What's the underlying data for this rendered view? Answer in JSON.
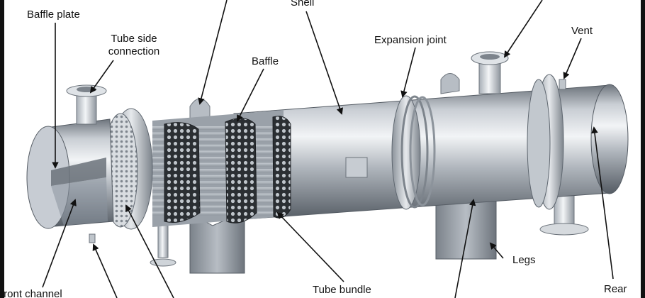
{
  "labels": {
    "baffle_plate": "Baffle plate",
    "tube_side_connection": "Tube side\nconnection",
    "baffle": "Baffle",
    "shell": "Shell",
    "expansion_joint": "Expansion joint",
    "vent": "Vent",
    "legs": "Legs",
    "tube_bundle": "Tube bundle",
    "front_channel": "Front channel",
    "rear": "Rear"
  },
  "colors": {
    "shell_dark": "#5f6770",
    "shell_light": "#eef1f4",
    "metal_mid": "#a9b0b8",
    "tube_sheet": "#2b2f33",
    "arrow": "#111111",
    "edge_bar": "#111111"
  }
}
